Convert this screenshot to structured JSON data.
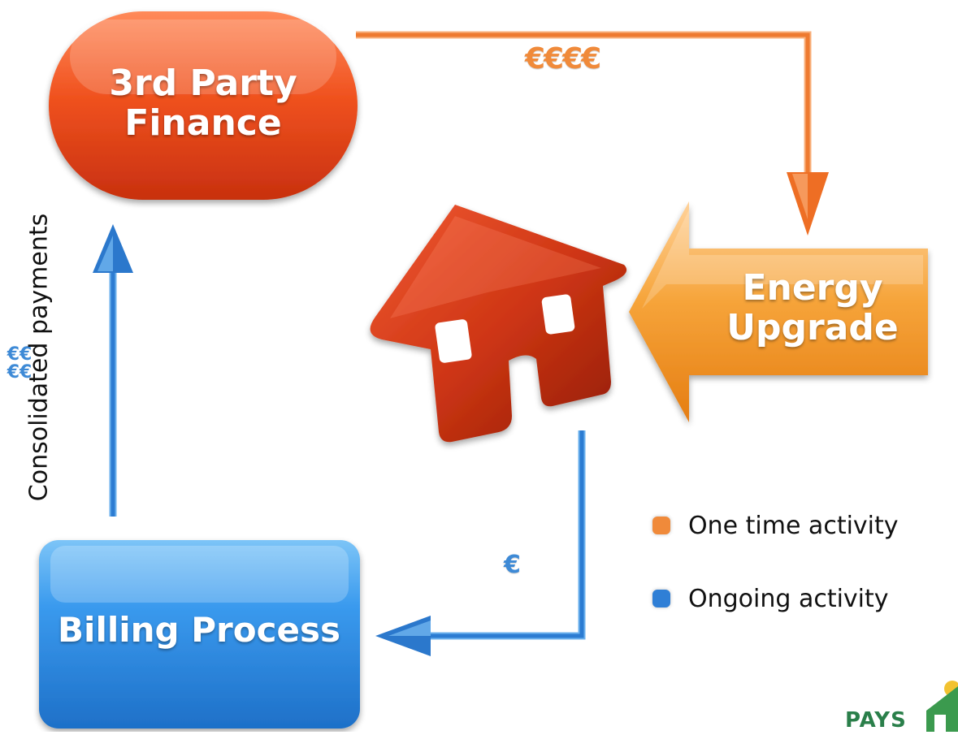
{
  "nodes": {
    "finance": {
      "line1": "3rd Party",
      "line2": "Finance",
      "color": "#e4431c"
    },
    "energy_upgrade": {
      "line1": "Energy",
      "line2": "Upgrade",
      "color": "#f39a2c"
    },
    "billing": {
      "label": "Billing Process",
      "color": "#2f8fe0"
    },
    "house": {
      "color": "#c42d12"
    }
  },
  "edges": {
    "finance_to_upgrade": {
      "label": "€€€€",
      "color": "#f07b2e"
    },
    "house_to_billing": {
      "label": "€",
      "color": "#2f7fd6"
    },
    "billing_to_finance": {
      "label": "Consolidated payments",
      "euros": [
        "€€",
        "€€"
      ],
      "color": "#2f7fd6"
    }
  },
  "legend": {
    "items": [
      {
        "label": "One time activity",
        "color": "#f08a3a"
      },
      {
        "label": "Ongoing activity",
        "color": "#2f7fd6"
      }
    ]
  },
  "logo": {
    "text": "PAYS"
  }
}
